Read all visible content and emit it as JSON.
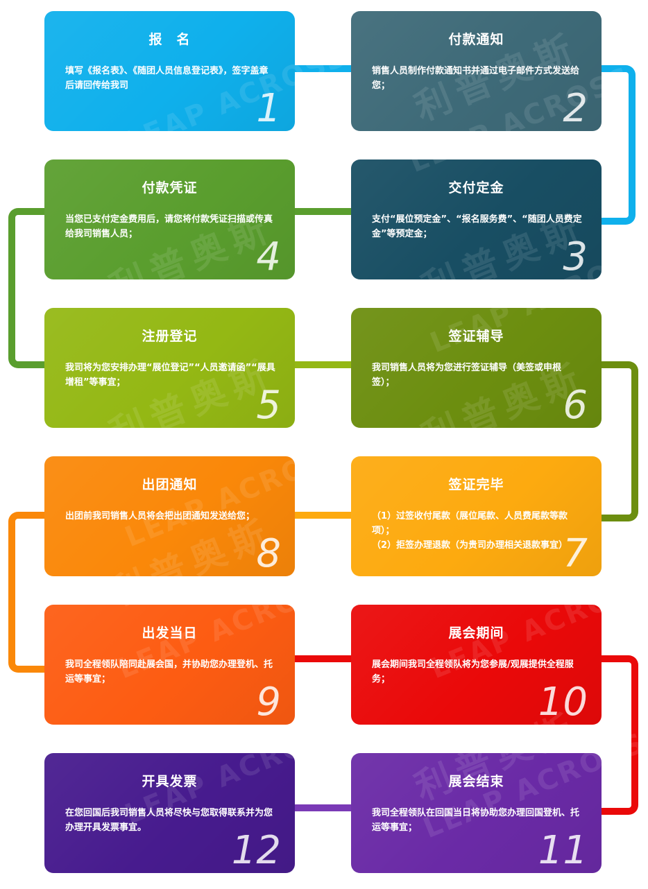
{
  "watermark": {
    "cn": "利普奥斯",
    "en": "LEAP ACROSS"
  },
  "steps": [
    {
      "number": "1",
      "title": "报　名",
      "desc": "填写《报名表》、《随团人员信息登记表》，签字盖章后请回传给我司",
      "color": "#0fb0ec"
    },
    {
      "number": "2",
      "title": "付款通知",
      "desc": "销售人员制作付款通知书并通过电子邮件方式发送给您；",
      "color": "#3e6a78"
    },
    {
      "number": "3",
      "title": "交付定金",
      "desc": "支付“展位预定金”、“报名服务费”、“随团人员费定金”等预定金；",
      "color": "#184e63"
    },
    {
      "number": "4",
      "title": "付款凭证",
      "desc": "当您已支付定金费用后，请您将付款凭证扫描或传真给我司销售人员；",
      "color": "#5a9e2e"
    },
    {
      "number": "5",
      "title": "注册登记",
      "desc": "我司将为您安排办理“展位登记”“人员邀请函”“展具增租”等事宜；",
      "color": "#94b814"
    },
    {
      "number": "6",
      "title": "签证辅导",
      "desc": "我司销售人员将为您进行签证辅导（美签或申根签）；",
      "color": "#6c8e0f"
    },
    {
      "number": "7",
      "title": "签证完毕",
      "desc": "（1）过签收付尾款（展位尾款、人员费尾款等款项）；\n（2）拒签办理退款（为贵司办理相关退款事宜）",
      "color": "#fdaa0f"
    },
    {
      "number": "8",
      "title": "出团通知",
      "desc": "出团前我司销售人员将会把出团通知发送给您；",
      "color": "#fa8809"
    },
    {
      "number": "9",
      "title": "出发当日",
      "desc": "我司全程领队陪同赴展会国，并协助您办理登机、托运等事宜；",
      "color": "#fd5c12"
    },
    {
      "number": "10",
      "title": "展会期间",
      "desc": "展会期间我司全程领队将为您参展/观展提供全程服务；",
      "color": "#ea0909"
    },
    {
      "number": "11",
      "title": "展会结束",
      "desc": "我司全程领队在回国当日将协助您办理回国登机、托运等事宜；",
      "color": "#6a2aa6"
    },
    {
      "number": "12",
      "title": "开具发票",
      "desc": "在您回国后我司销售人员将尽快与您取得联系并为您办理开具发票事宜。",
      "color": "#471b8e"
    }
  ],
  "connector_colors": {
    "c1_2": "#0fb0ec",
    "c2_3": "#0fb0ec",
    "c3_4": "#5a9e2e",
    "c4_5": "#5a9e2e",
    "c5_6": "#94b814",
    "c6_7": "#6c8e0f",
    "c7_8": "#fdaa0f",
    "c8_9": "#fa8809",
    "c9_10": "#ea0909",
    "c10_11": "#ea0909",
    "c11_12": "#7a3ab6"
  }
}
